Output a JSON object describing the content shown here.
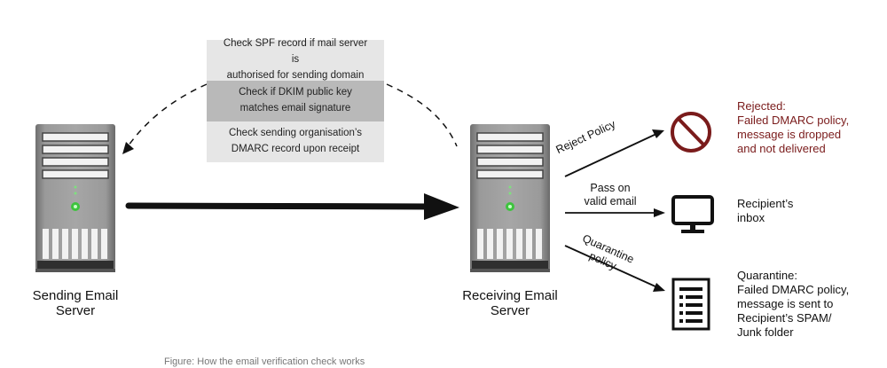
{
  "checks": [
    {
      "line1": "Check SPF record if mail server is",
      "line2": "authorised for sending domain"
    },
    {
      "line1": "Check if DKIM public key",
      "line2": "matches email signature"
    },
    {
      "line1": "Check sending organisation’s",
      "line2": "DMARC record upon receipt"
    }
  ],
  "servers": {
    "sending": {
      "line1": "Sending Email",
      "line2": "Server"
    },
    "receiving": {
      "line1": "Receiving Email",
      "line2": "Server"
    }
  },
  "edges": {
    "reject": "Reject Policy",
    "pass": {
      "line1": "Pass on",
      "line2": "valid email"
    },
    "quarantine": {
      "line1": "Quarantine",
      "line2": "policy"
    }
  },
  "outcomes": {
    "rejected": {
      "line1": "Rejected:",
      "line2": "Failed DMARC policy,",
      "line3": "message is dropped",
      "line4": "and not delivered"
    },
    "inbox": {
      "line1": "Recipient’s",
      "line2": "inbox"
    },
    "quarantine": {
      "line1": "Quarantine:",
      "line2": "Failed DMARC policy,",
      "line3": "message is sent to",
      "line4": "Recipient’s SPAM/",
      "line5": "Junk folder"
    }
  },
  "caption": "Figure: How the email verification check works",
  "colors": {
    "reject": "#7a1b1b",
    "server_body": "#8e8e8e",
    "server_led": "#3ec43e",
    "arrow": "#111111"
  },
  "icons": [
    "server-icon",
    "prohibited-icon",
    "monitor-icon",
    "document-icon"
  ]
}
